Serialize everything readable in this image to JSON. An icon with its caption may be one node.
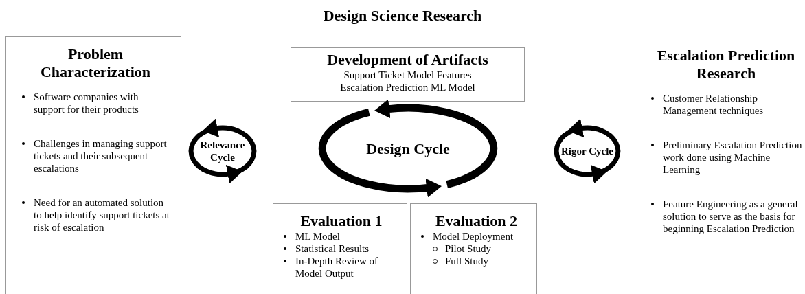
{
  "diagram": {
    "title": "Design Science Research",
    "nodes": [
      {
        "text": [
          "Problem Characterization",
          "Software companies with support for their products",
          "Challenges in managing support tickets and their subsequent escalations",
          "Need for an automated solution to help identify support tickets at risk of escalation"
        ]
      },
      {
        "text": [
          "Relevance Cycle"
        ]
      },
      {
        "text": [],
        "shape": "box"
      },
      {
        "text": [
          "Development of Artifacts",
          "Support Ticket Model Features",
          "Escalation Prediction ML Model"
        ],
        "in": 2
      },
      {
        "text": [
          "Design Cycle"
        ],
        "in": 2
      },
      {
        "text": [
          "Evaluation 1",
          "ML Model",
          "Statistical Results",
          "In-Depth Review of Model Output"
        ],
        "in": 2
      },
      {
        "text": [
          "Evaluation 2",
          "Model Deployment",
          "Pilot Study",
          "Full Study"
        ],
        "in": 2
      },
      {
        "text": [
          "Rigor Cycle"
        ]
      },
      {
        "text": [
          "Escalation Prediction Research",
          "Customer Relationship Management techniques",
          "Preliminary Escalation Prediction work done using Machine Learning",
          "Feature Engineering as a general solution to serve as the basis for beginning Escalation Prediction"
        ]
      }
    ],
    "edges": []
  }
}
